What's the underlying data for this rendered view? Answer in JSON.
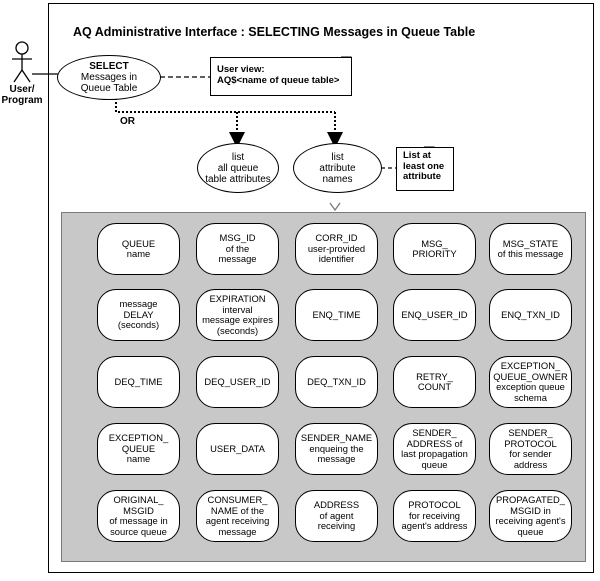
{
  "title": "AQ Administrative Interface : SELECTING Messages in Queue Table",
  "actor": {
    "icon": "stick-figure-icon",
    "label": "User/\nProgram"
  },
  "select_ellipse": {
    "line1": "SELECT",
    "line2": "Messages in\nQueue Table"
  },
  "user_view_note": {
    "line1": "User view:",
    "line2": "AQ$<name of queue table>"
  },
  "or_label": "OR",
  "list_all_ellipse": "list\nall queue\ntable attributes",
  "list_attr_ellipse": "list\nattribute\nnames",
  "list_note": "List at\nleast one\nattribute",
  "attributes": [
    "QUEUE\nname",
    "MSG_ID\nof the\nmessage",
    "CORR_ID\nuser-provided\nidentifier",
    "MSG_\nPRIORITY",
    "MSG_STATE\nof this message",
    "message\nDELAY\n(seconds)",
    "EXPIRATION\ninterval\nmessage expires\n(seconds)",
    "ENQ_TIME",
    "ENQ_USER_ID",
    "ENQ_TXN_ID",
    "DEQ_TIME",
    "DEQ_USER_ID",
    "DEQ_TXN_ID",
    "RETRY_\nCOUNT",
    "EXCEPTION_\nQUEUE_OWNER\nexception queue\nschema",
    "EXCEPTION_\nQUEUE\nname",
    "USER_DATA",
    "SENDER_NAME\nenqueing the\nmessage",
    "SENDER_\nADDRESS of\nlast propagation\nqueue",
    "SENDER_\nPROTOCOL\nfor sender\naddress",
    "ORIGINAL_\nMSGID\nof message in\nsource queue",
    "CONSUMER_\nNAME of the\nagent receiving\nmessage",
    "ADDRESS\nof agent\nreceiving",
    "PROTOCOL\nfor receiving\nagent's address",
    "PROPAGATED_\nMSGID in\nreceiving agent's\nqueue"
  ]
}
